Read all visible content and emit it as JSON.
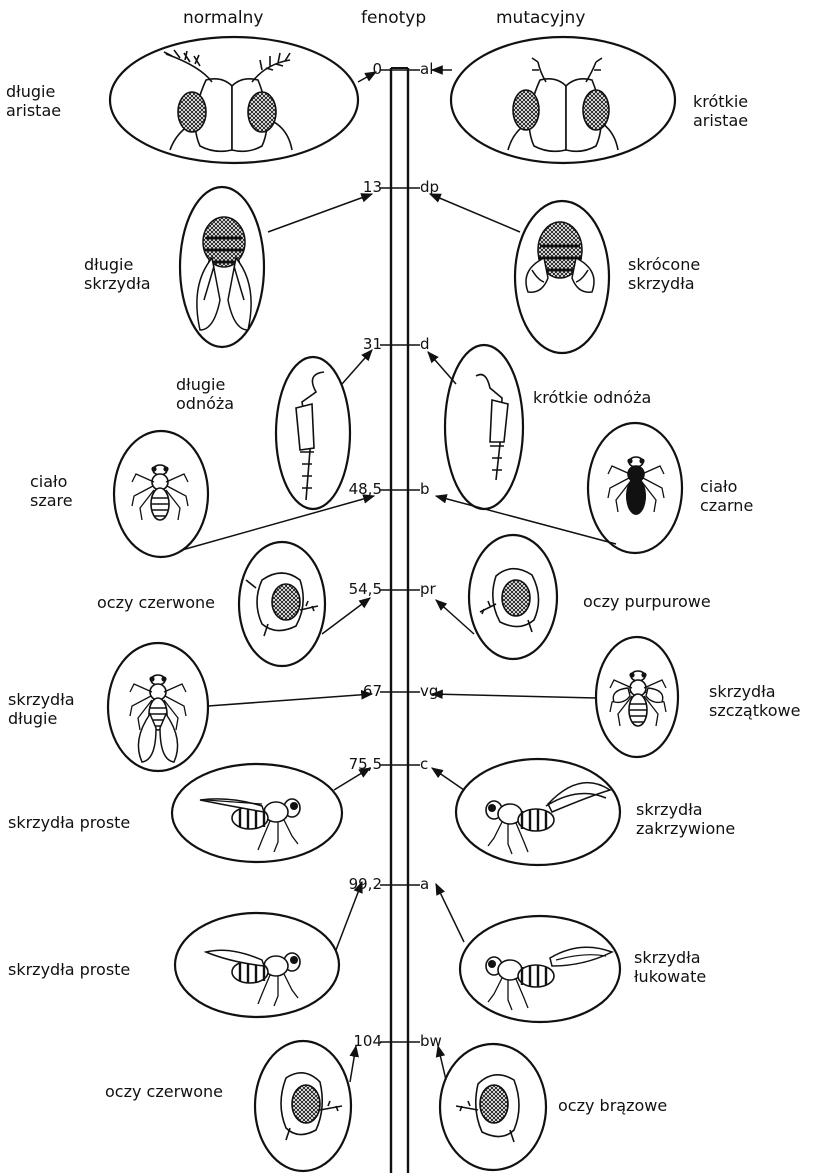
{
  "header": {
    "left": "normalny",
    "middle": "fenotyp",
    "right": "mutacyjny"
  },
  "loci": [
    {
      "position": "0",
      "symbol": "al"
    },
    {
      "position": "13",
      "symbol": "dp"
    },
    {
      "position": "31",
      "symbol": "d"
    },
    {
      "position": "48,5",
      "symbol": "b"
    },
    {
      "position": "54,5",
      "symbol": "pr"
    },
    {
      "position": "67",
      "symbol": "vg"
    },
    {
      "position": "75,5",
      "symbol": "c"
    },
    {
      "position": "99,2",
      "symbol": "a"
    },
    {
      "position": "104",
      "symbol": "bw"
    }
  ],
  "normal": [
    {
      "line1": "długie",
      "line2": "aristae",
      "icon": "fly-head-long-aristae-icon"
    },
    {
      "line1": "długie",
      "line2": "skrzydła",
      "icon": "fly-body-long-wings-icon"
    },
    {
      "line1": "długie",
      "line2": "odnóża",
      "icon": "fly-leg-long-icon"
    },
    {
      "line1": "ciało",
      "line2": "szare",
      "icon": "fly-gray-body-icon"
    },
    {
      "line1": "oczy czerwone",
      "line2": "",
      "icon": "fly-red-eye-icon"
    },
    {
      "line1": "skrzydła",
      "line2": "długie",
      "icon": "fly-long-wings-icon"
    },
    {
      "line1": "skrzydła proste",
      "line2": "",
      "icon": "fly-straight-wings-side-icon"
    },
    {
      "line1": "skrzydła proste",
      "line2": "",
      "icon": "fly-straight-wings-side-icon"
    },
    {
      "line1": "oczy czerwone",
      "line2": "",
      "icon": "fly-red-eye-icon"
    }
  ],
  "mutant": [
    {
      "line1": "krótkie",
      "line2": "aristae",
      "icon": "fly-head-short-aristae-icon"
    },
    {
      "line1": "skrócone",
      "line2": "skrzydła",
      "icon": "fly-body-short-wings-icon"
    },
    {
      "line1": "krótkie odnóża",
      "line2": "",
      "icon": "fly-leg-short-icon"
    },
    {
      "line1": "ciało",
      "line2": "czarne",
      "icon": "fly-black-body-icon"
    },
    {
      "line1": "oczy purpurowe",
      "line2": "",
      "icon": "fly-purple-eye-icon"
    },
    {
      "line1": "skrzydła",
      "line2": "szczątkowe",
      "icon": "fly-vestigial-wings-icon"
    },
    {
      "line1": "skrzydła",
      "line2": "zakrzywione",
      "icon": "fly-curved-wings-icon"
    },
    {
      "line1": "skrzydła",
      "line2": "łukowate",
      "icon": "fly-arched-wings-icon"
    },
    {
      "line1": "oczy brązowe",
      "line2": "",
      "icon": "fly-brown-eye-icon"
    }
  ]
}
